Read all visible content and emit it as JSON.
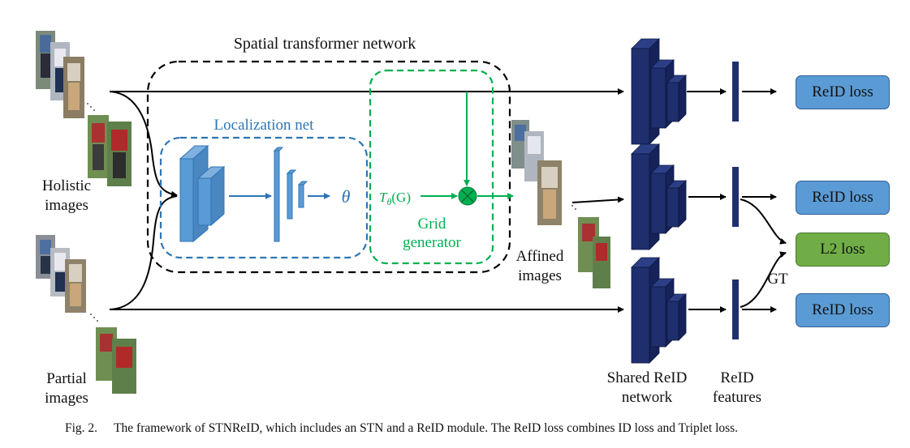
{
  "diagram": {
    "stn_title": "Spatial transformer network",
    "localization_title": "Localization net",
    "theta_symbol": "θ",
    "transform_label": "T",
    "transform_sub": "θ",
    "transform_arg": "(G)",
    "grid_label_line1": "Grid",
    "grid_label_line2": "generator",
    "holistic_line1": "Holistic",
    "holistic_line2": "images",
    "partial_line1": "Partial",
    "partial_line2": "images",
    "affined_line1": "Affined",
    "affined_line2": "images",
    "shared_line1": "Shared ReID",
    "shared_line2": "network",
    "features_line1": "ReID",
    "features_line2": "features",
    "gt_label": "GT",
    "losses": [
      "ReID loss",
      "ReID loss",
      "L2 loss",
      "ReID loss"
    ]
  },
  "colors": {
    "stn_border": "#000000",
    "localization_color": "#2e75b6",
    "grid_color": "#00b050",
    "network_block": "#1f2f6e",
    "reid_loss_fill": "#5b9bd5",
    "l2_loss_fill": "#70ad47"
  },
  "caption": {
    "fig_number": "Fig. 2.",
    "text": "The framework of STNReID, which includes an STN and a ReID module. The ReID loss combines ID loss and Triplet loss."
  }
}
